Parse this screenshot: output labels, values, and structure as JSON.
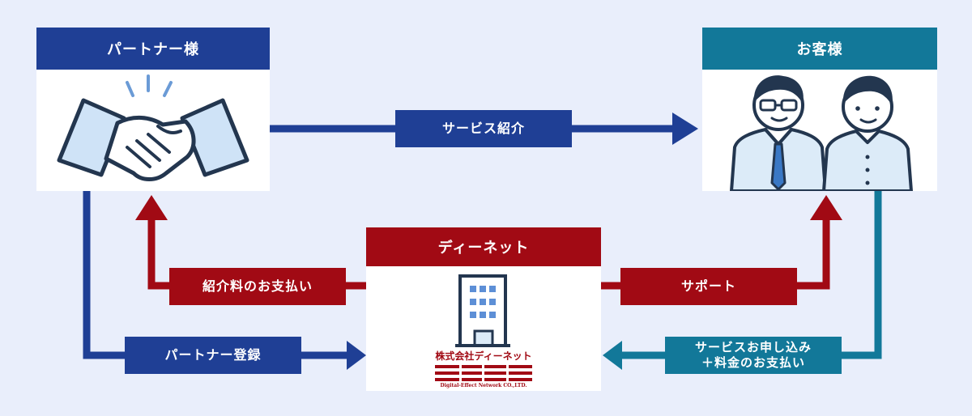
{
  "nodes": {
    "partner": {
      "title": "パートナー様"
    },
    "customer": {
      "title": "お客様"
    },
    "denet": {
      "title": "ディーネット",
      "company_name": "株式会社ディーネット",
      "logo_text": "Digital-Effect Network CO.,LTD."
    }
  },
  "edges": {
    "service_intro": "サービス紹介",
    "referral_fee": "紹介料のお支払い",
    "support": "サポート",
    "partner_registration": "パートナー登録",
    "application_line1": "サービスお申し込み",
    "application_line2": "＋料金のお支払い"
  },
  "colors": {
    "navy": "#1f3f95",
    "red": "#a10a14",
    "teal": "#127899",
    "background": "#e9eefb"
  },
  "icons": {
    "partner": "handshake-icon",
    "customer": "business-people-icon",
    "denet": "office-building-icon"
  }
}
